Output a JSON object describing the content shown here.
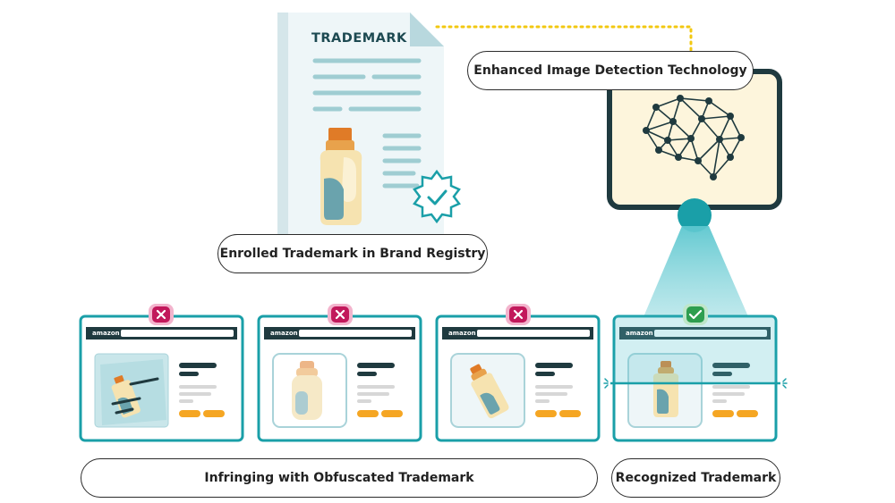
{
  "document": {
    "title": "TRADEMARK"
  },
  "labels": {
    "enrolled": "Enrolled Trademark in Brand Registry",
    "technology": "Enhanced Image Detection Technology",
    "infringing": "Infringing with Obfuscated Trademark",
    "recognized": "Recognized Trademark"
  },
  "listings": [
    {
      "store": "amazon",
      "status": "rejected",
      "variant": "rotated-obscured"
    },
    {
      "store": "amazon",
      "status": "rejected",
      "variant": "blurred"
    },
    {
      "store": "amazon",
      "status": "rejected",
      "variant": "tilted"
    },
    {
      "store": "amazon",
      "status": "approved",
      "variant": "scanned"
    }
  ],
  "colors": {
    "teal": "#1a9fa8",
    "dark": "#1f3a3f",
    "reject": "#c2185b",
    "approve": "#2e9e4f",
    "button": "#f5a623",
    "dotted_connector": "#f2c811",
    "monitor_screen": "#fdf5dc",
    "document_bg": "#eef6f8"
  }
}
